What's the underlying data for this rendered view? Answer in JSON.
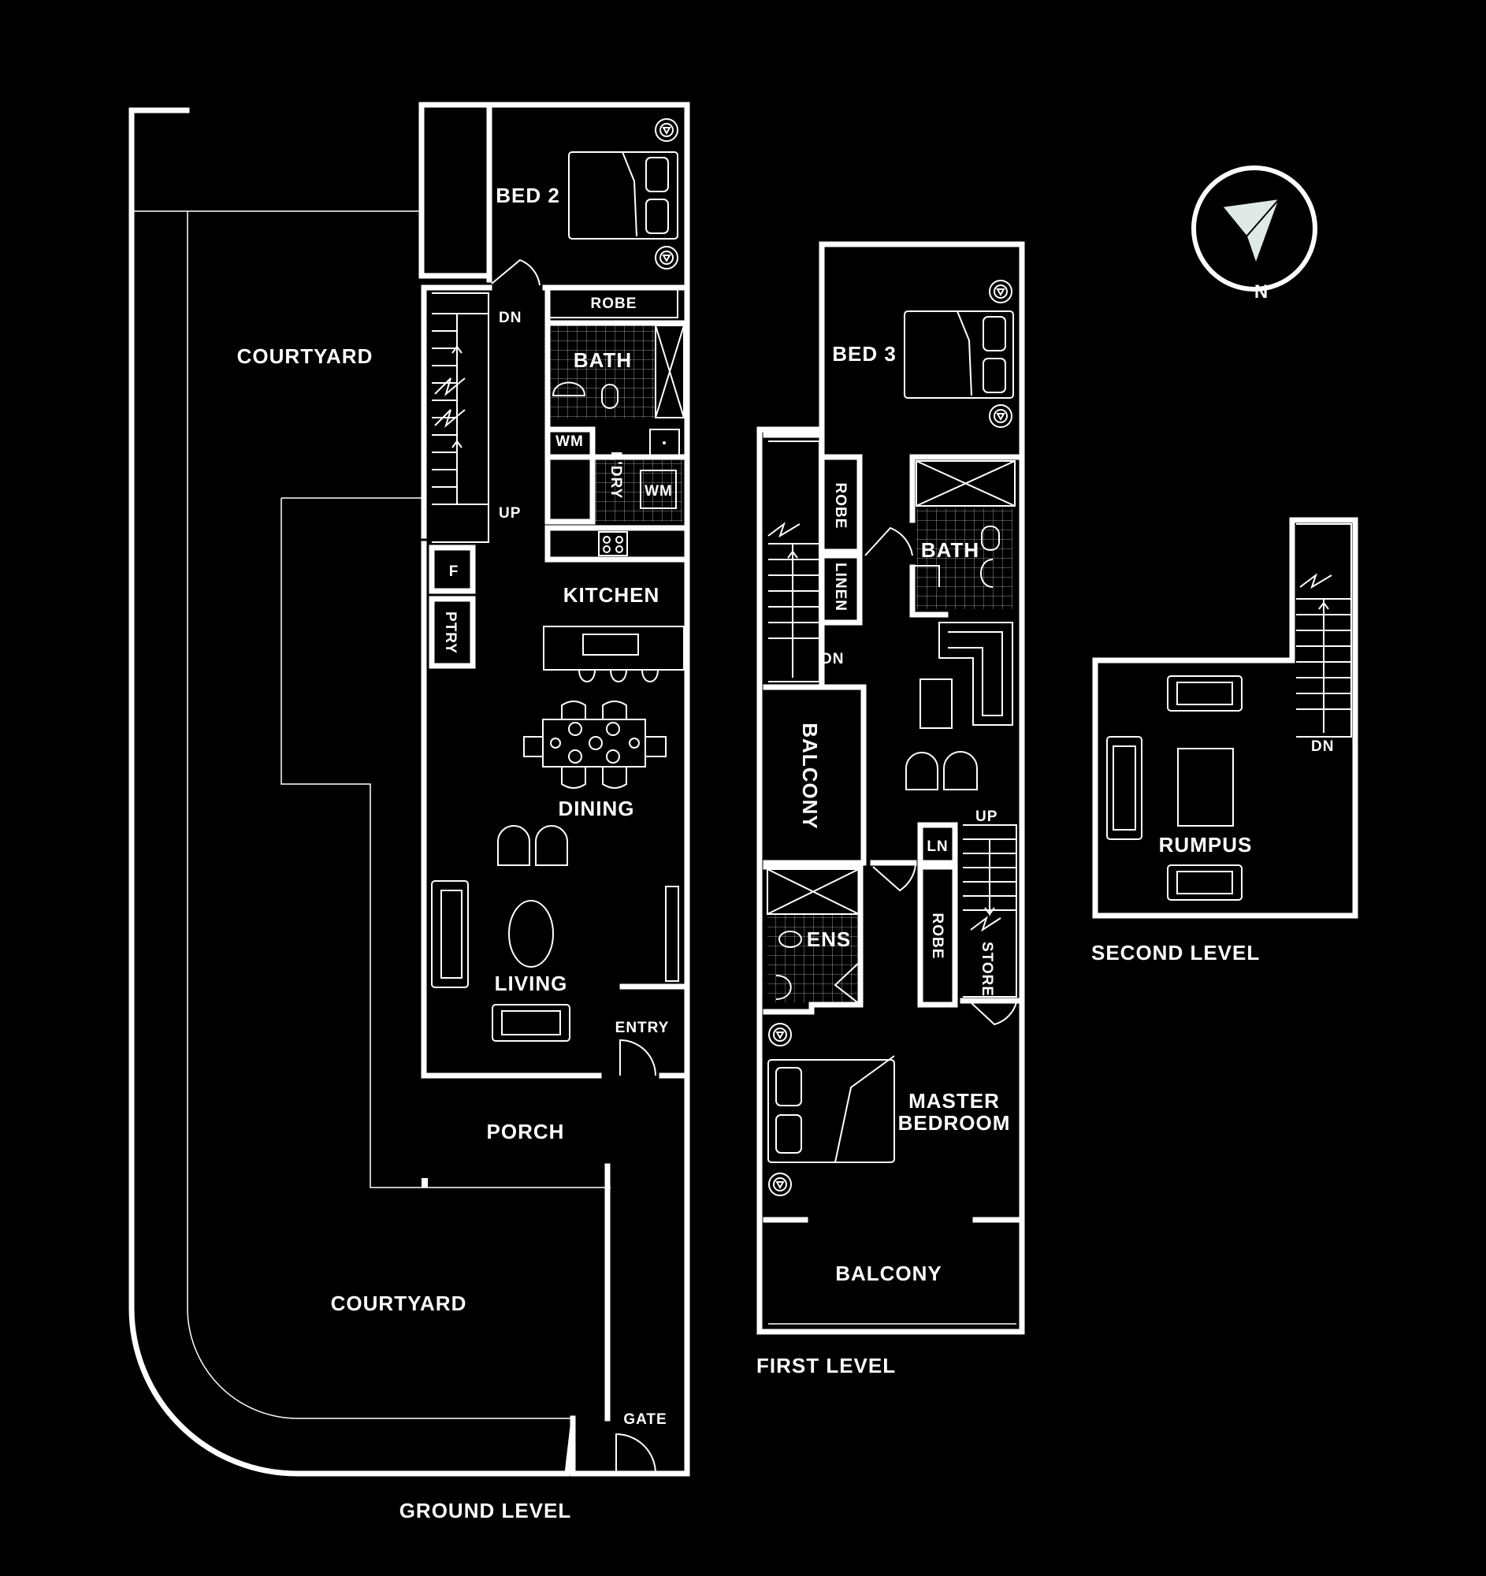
{
  "ground_level": {
    "title": "GROUND LEVEL",
    "rooms": {
      "courtyard_north": "COURTYARD",
      "courtyard_south": "COURTYARD",
      "bed2": "BED 2",
      "robe": "ROBE",
      "bath": "BATH",
      "wm1": "WM",
      "laundry": "L'DRY",
      "wm2": "WM",
      "kitchen": "KITCHEN",
      "fridge": "F",
      "pantry": "PTRY",
      "dining": "DINING",
      "living": "LIVING",
      "entry": "ENTRY",
      "porch": "PORCH",
      "gate": "GATE"
    },
    "stairs": {
      "dn": "DN",
      "up": "UP"
    }
  },
  "first_level": {
    "title": "FIRST LEVEL",
    "rooms": {
      "bed3": "BED 3",
      "robe_top": "ROBE",
      "linen": "LINEN",
      "bath": "BATH",
      "balcony_side": "BALCONY",
      "ln": "LN",
      "ens": "ENS",
      "robe_mid": "ROBE",
      "store": "STORE",
      "master_line1": "MASTER",
      "master_line2": "BEDROOM",
      "balcony_front": "BALCONY"
    },
    "stairs": {
      "dn": "DN",
      "up": "UP"
    }
  },
  "second_level": {
    "title": "SECOND LEVEL",
    "rooms": {
      "rumpus": "RUMPUS"
    },
    "stairs": {
      "dn": "DN"
    }
  },
  "compass": {
    "label": "N",
    "ring_color": "#ffffff",
    "needle_color": "#dfe9e6"
  }
}
